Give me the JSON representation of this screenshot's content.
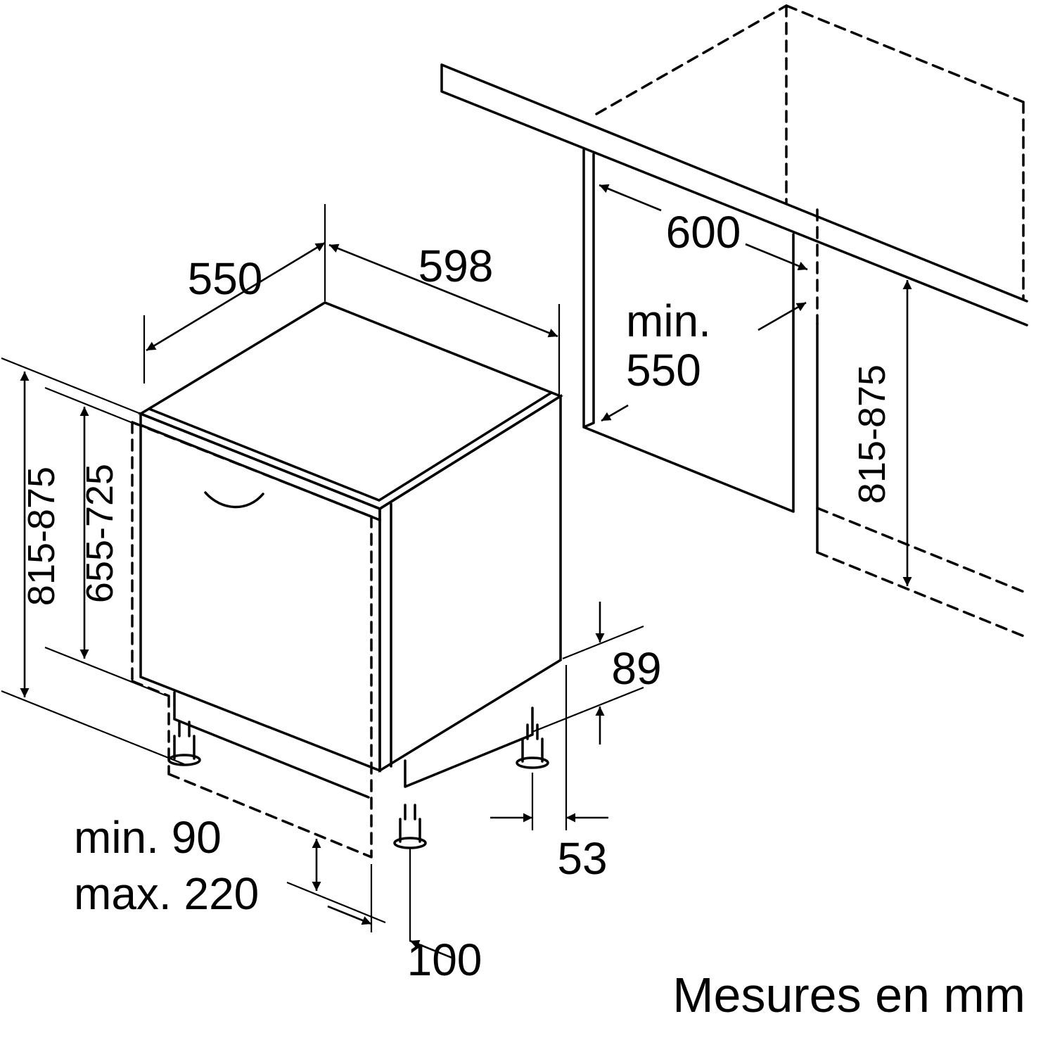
{
  "caption": "Mesures en mm",
  "dimensions": {
    "unit_depth": "550",
    "unit_width": "598",
    "niche_width": "600",
    "niche_depth_prefix": "min.",
    "niche_depth": "550",
    "unit_height_range": "815-875",
    "door_height_range": "655-725",
    "niche_height_range": "815-875",
    "base_height": "89",
    "base_offset": "53",
    "plinth_min": "min. 90",
    "plinth_max": "max. 220",
    "foot_setback": "100"
  }
}
